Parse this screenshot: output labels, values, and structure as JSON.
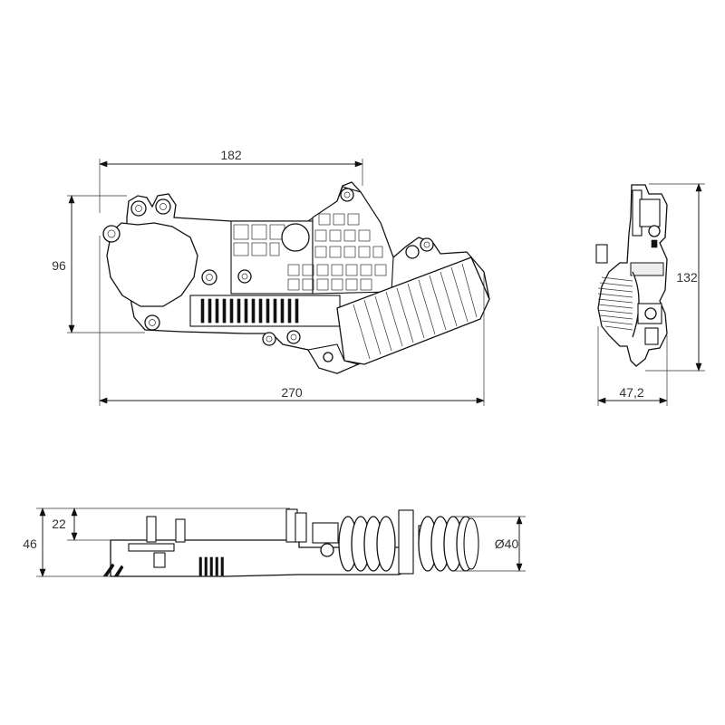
{
  "dimensions": {
    "top_width": "182",
    "height_left": "96",
    "overall_length": "270",
    "side_height": "132",
    "side_width": "47,2",
    "bottom_total": "46",
    "bottom_partial": "22",
    "diameter": "Ø40"
  },
  "colors": {
    "line": "#222222",
    "text": "#333333",
    "background": "#ffffff"
  }
}
